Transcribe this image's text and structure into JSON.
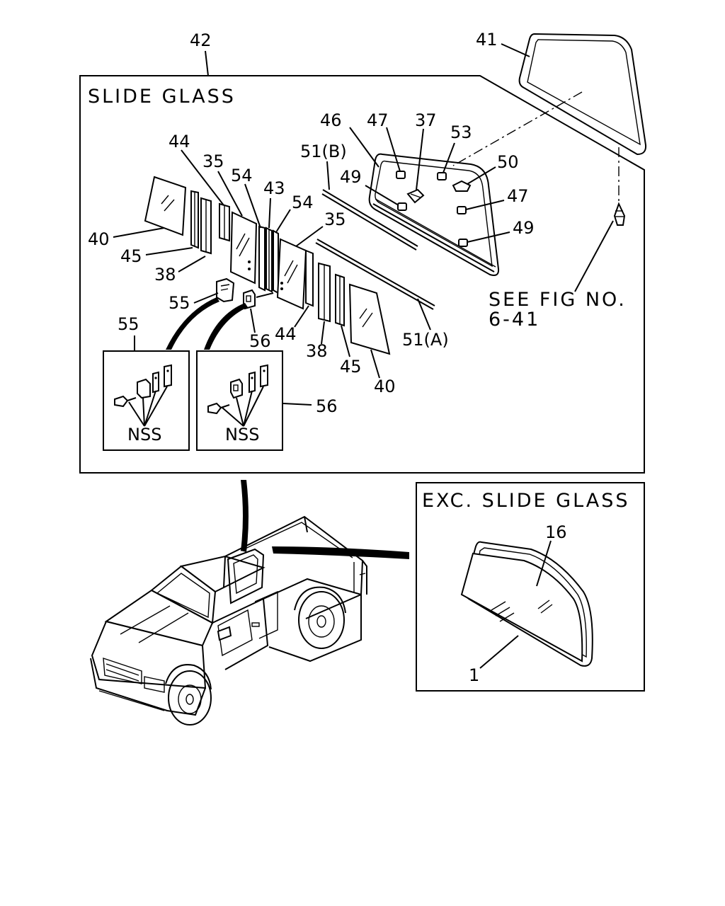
{
  "sections": {
    "slide_glass_title": "SLIDE GLASS",
    "exc_slide_glass_title": "EXC. SLIDE GLASS",
    "see_fig_line1": "SEE FIG NO.",
    "see_fig_line2": "6-41"
  },
  "callouts": {
    "c42": "42",
    "c41": "41",
    "c46": "46",
    "c47a": "47",
    "c37": "37",
    "c53": "53",
    "c50": "50",
    "c47b": "47",
    "c49a": "49",
    "c49b": "49",
    "c51b": "51(B)",
    "c44a": "44",
    "c35a": "35",
    "c54a": "54",
    "c43": "43",
    "c54b": "54",
    "c35b": "35",
    "c40a": "40",
    "c45a": "45",
    "c38a": "38",
    "c55a": "55",
    "c56a": "56",
    "c44b": "44",
    "c38b": "38",
    "c45b": "45",
    "c40b": "40",
    "c51a": "51(A)",
    "c55b": "55",
    "c56b": "56",
    "nss1": "NSS",
    "nss2": "NSS",
    "c16": "16",
    "c1": "1"
  }
}
